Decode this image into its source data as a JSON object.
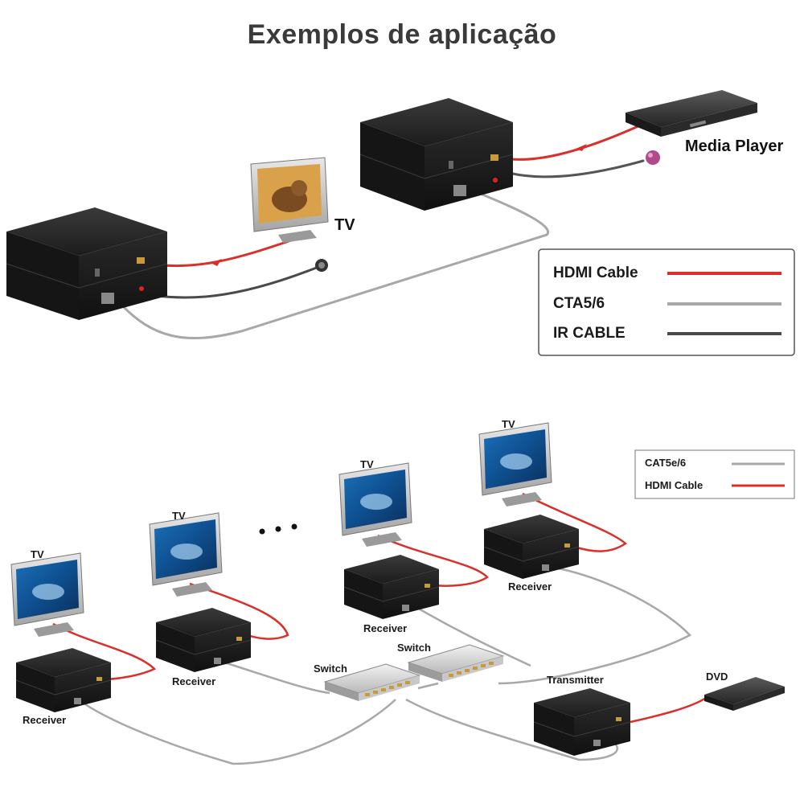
{
  "title": "Exemplos de aplicação",
  "diagram_top": {
    "labels": {
      "tv": "TV",
      "media_player": "Media Player"
    },
    "legend": [
      {
        "label": "HDMI Cable",
        "color": "#d9302c"
      },
      {
        "label": "CTA5/6",
        "color": "#a8a8a8"
      },
      {
        "label": "IR CABLE",
        "color": "#4a4a4a"
      }
    ]
  },
  "diagram_bottom": {
    "labels": {
      "tv_1": "TV",
      "tv_2": "TV",
      "tv_3": "TV",
      "tv_4": "TV",
      "receiver_1": "Receiver",
      "receiver_2": "Receiver",
      "receiver_3": "Receiver",
      "receiver_4": "Receiver",
      "switch_1": "Switch",
      "switch_2": "Switch",
      "transmitter": "Transmitter",
      "dvd": "DVD"
    },
    "legend": [
      {
        "label": "CAT5e/6",
        "color": "#a8a8a8"
      },
      {
        "label": "HDMI Cable",
        "color": "#d9302c"
      }
    ]
  },
  "colors": {
    "hdmi": "#d9302c",
    "cat": "#a8a8a8",
    "ir": "#4a4a4a",
    "device": "#1f1f1f"
  },
  "icons": [
    "extender-box-icon",
    "tv-icon",
    "media-player-icon",
    "network-switch-icon",
    "dvd-player-icon",
    "ir-receiver-icon"
  ]
}
